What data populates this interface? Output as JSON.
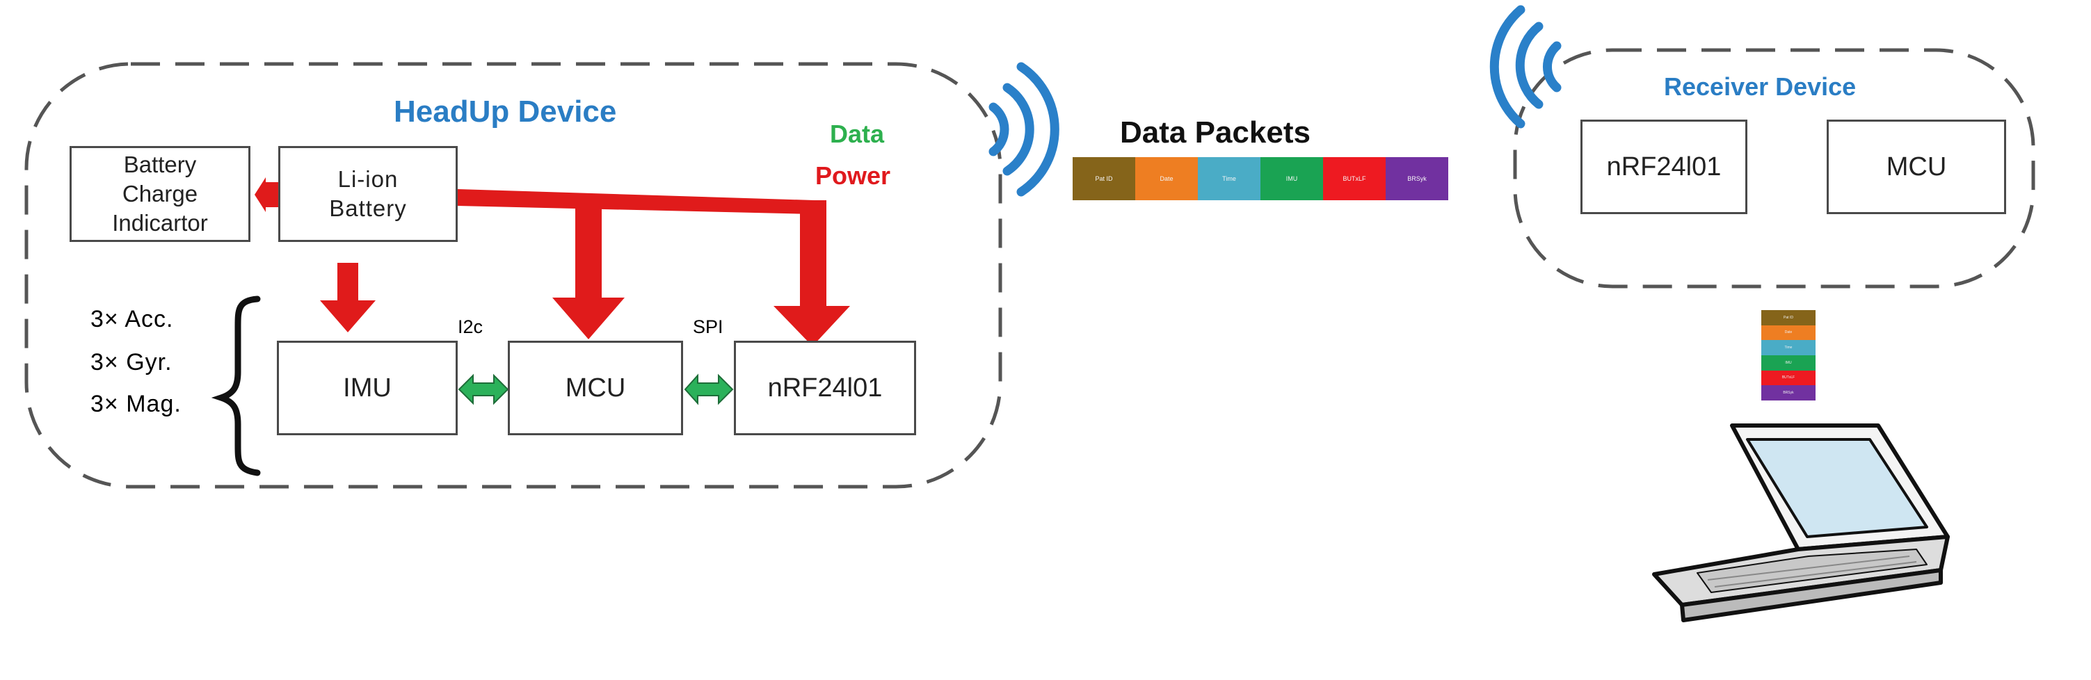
{
  "colors": {
    "power": "#e01b1b",
    "bus": "#2bb15a",
    "wireless": "#2a80c9",
    "title": "#2a7dc4",
    "legend_data": "#2db04e",
    "legend_power": "#e0191d",
    "dashed": "#555555"
  },
  "headup": {
    "title": "HeadUp Device",
    "boxes": {
      "battery_indicator": "Battery\nCharge\nIndicartor",
      "li_ion": "Li-ion\nBattery",
      "imu": "IMU",
      "mcu": "MCU",
      "nrf": "nRF24l01"
    },
    "sensors": [
      "3× Acc.",
      "3× Gyr.",
      "3× Mag."
    ],
    "bus_i2c": "I2c",
    "bus_spi": "SPI"
  },
  "legend": {
    "data": "Data",
    "power": "Power"
  },
  "packets": {
    "title": "Data Packets",
    "segments": [
      {
        "label": "Pat ID",
        "color": "#85641a"
      },
      {
        "label": "Date",
        "color": "#ee7e22"
      },
      {
        "label": "Time",
        "color": "#4aacc6"
      },
      {
        "label": "IMU",
        "color": "#1aa353"
      },
      {
        "label": "BUTxLF",
        "color": "#ee1a21"
      },
      {
        "label": "BRSyk",
        "color": "#7131a0"
      }
    ]
  },
  "receiver": {
    "title": "Receiver Device",
    "boxes": {
      "nrf": "nRF24l01",
      "mcu": "MCU"
    }
  },
  "icons": [
    "wireless-signal-icon",
    "laptop-icon",
    "brace-icon"
  ]
}
